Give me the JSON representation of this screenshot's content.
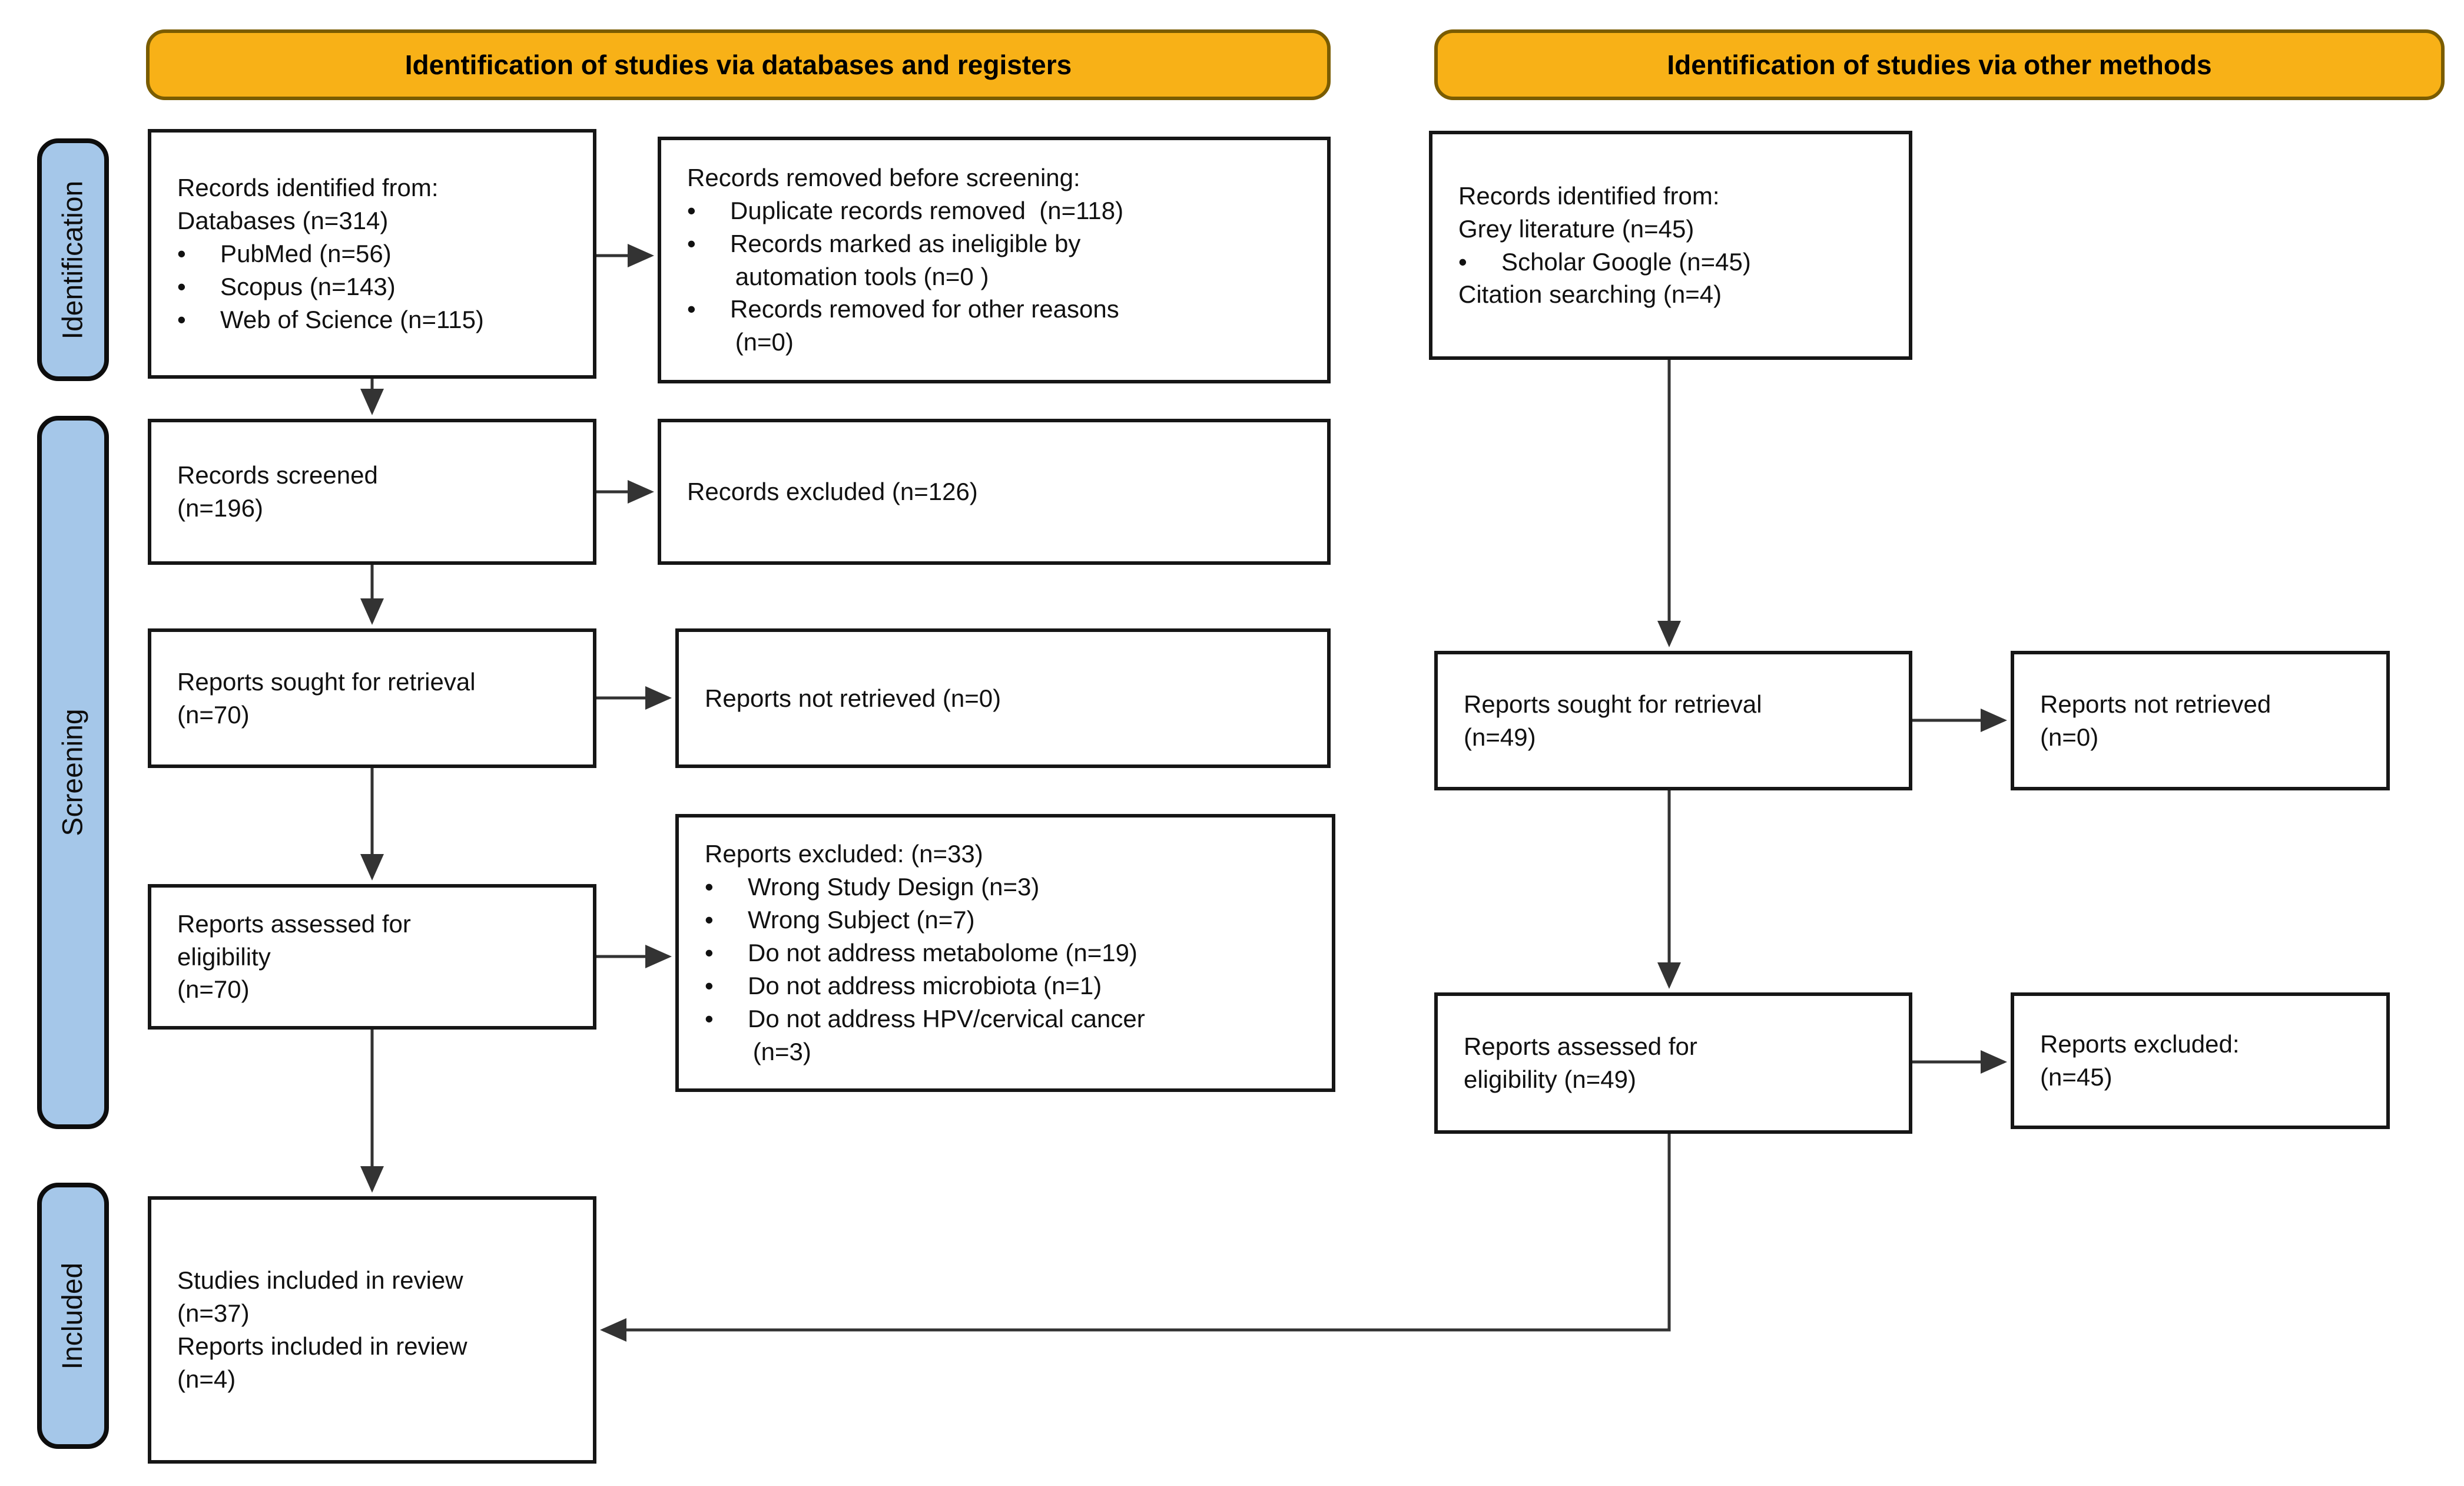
{
  "headers": {
    "left": "Identification of studies via databases and registers",
    "right": "Identification of studies via other methods"
  },
  "stages": {
    "identification": "Identification",
    "screening": "Screening",
    "included": "Included"
  },
  "boxes": {
    "db_identified": "Records identified from:\nDatabases (n=314)\n•     PubMed (n=56)\n•     Scopus (n=143)\n•     Web of Science (n=115)",
    "removed_before_screening": "Records removed before screening:\n•     Duplicate records removed  (n=118)\n•     Records marked as ineligible by\n       automation tools (n=0 )\n•     Records removed for other reasons\n       (n=0)",
    "records_screened": "Records screened\n(n=196)",
    "records_excluded": "Records excluded (n=126)",
    "reports_sought": "Reports sought for retrieval\n(n=70)",
    "reports_not_retrieved": "Reports not retrieved (n=0)",
    "reports_assessed": "Reports assessed for\neligibility\n(n=70)",
    "reports_excluded_list": "Reports excluded: (n=33)\n•     Wrong Study Design (n=3)\n•     Wrong Subject (n=7)\n•     Do not address metabolome (n=19)\n•     Do not address microbiota (n=1)\n•     Do not address HPV/cervical cancer\n       (n=3)",
    "studies_included": "Studies included in review\n(n=37)\nReports included in review\n(n=4)",
    "other_identified": "Records identified from:\nGrey literature (n=45)\n•     Scholar Google (n=45)\nCitation searching (n=4)",
    "other_reports_sought": "Reports sought for retrieval\n(n=49)",
    "other_reports_not_retrieved": "Reports not retrieved\n(n=0)",
    "other_reports_assessed": "Reports assessed for\neligibility (n=49)",
    "other_reports_excluded": "Reports excluded:\n(n=45)"
  },
  "colors": {
    "header_bg": "#F8B117",
    "header_border": "#7A5C00",
    "stage_bg": "#A5C7E9",
    "box_border": "#161616",
    "arrow": "#333333"
  }
}
